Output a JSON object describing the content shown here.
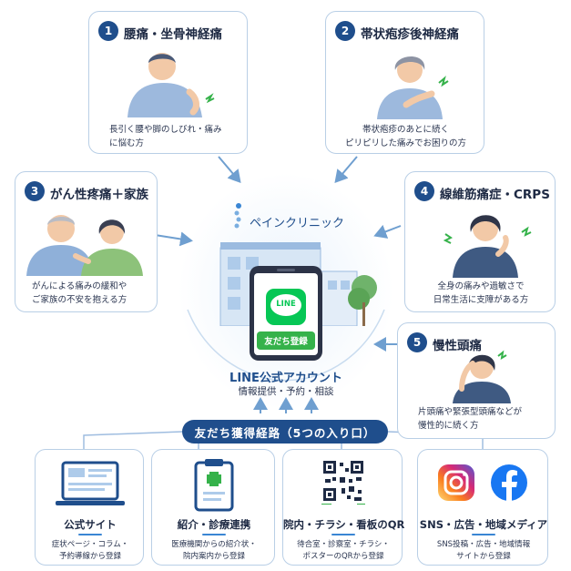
{
  "colors": {
    "navy": "#1f4e8c",
    "border": "#b9cfe6",
    "arrow": "#6f9fd0",
    "line_green": "#06c755",
    "accent_green": "#35b24a"
  },
  "center": {
    "clinic_name": "ペインクリニック",
    "line_logo_text": "LINE",
    "add_friend_button": "友だち登録",
    "account_title": "LINE公式アカウント",
    "account_subtitle": "情報提供・予約・相談"
  },
  "conditions": [
    {
      "num": "1",
      "title": "腰痛・坐骨神経痛",
      "lines": [
        "長引く腰や脚のしびれ・痛み",
        "に悩む方"
      ]
    },
    {
      "num": "2",
      "title": "帯状疱疹後神経痛",
      "lines": [
        "帯状疱疹のあとに続く",
        "ピリピリした痛みでお困りの方"
      ]
    },
    {
      "num": "3",
      "title": "がん性疼痛＋家族",
      "lines": [
        "がんによる痛みの緩和や",
        "ご家族の不安を抱える方"
      ]
    },
    {
      "num": "4",
      "title": "線維筋痛症・CRPS",
      "lines": [
        "全身の痛みや過敏さで",
        "日常生活に支障がある方"
      ]
    },
    {
      "num": "5",
      "title": "慢性頭痛",
      "lines": [
        "片頭痛や緊張型頭痛などが",
        "慢性的に続く方"
      ]
    }
  ],
  "routes_header": "友だち獲得経路（5つの入り口）",
  "routes": [
    {
      "title": "公式サイト",
      "lines": [
        "症状ページ・コラム・",
        "予約導線から登録"
      ],
      "icon": "laptop-icon"
    },
    {
      "title": "紹介・診療連携",
      "lines": [
        "医療機関からの紹介状・",
        "院内案内から登録"
      ],
      "icon": "clipboard-icon"
    },
    {
      "title": "院内・チラシ・看板のQR",
      "lines": [
        "待合室・診察室・チラシ・",
        "ポスターのQRから登録"
      ],
      "icon": "qr-code-icon"
    },
    {
      "title": "SNS・広告・地域メディア",
      "lines": [
        "SNS投稿・広告・地域情報",
        "サイトから登録"
      ],
      "icon": "instagram-facebook-icon"
    }
  ]
}
